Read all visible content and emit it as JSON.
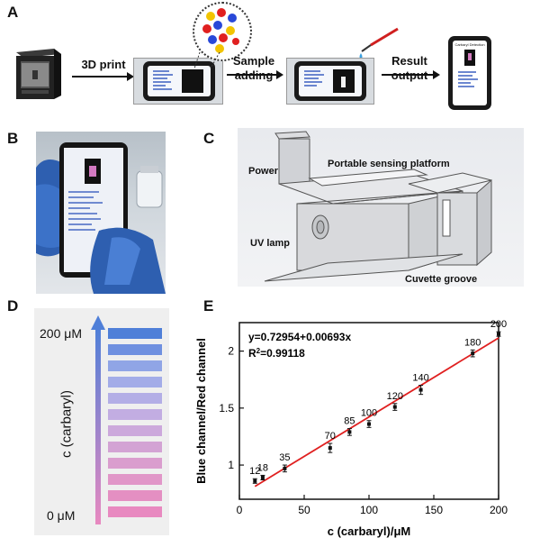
{
  "panels": {
    "a": "A",
    "b": "B",
    "c": "C",
    "d": "D",
    "e": "E"
  },
  "flow": {
    "step1": "3D print",
    "step2_line1": "Sample",
    "step2_line2": "adding",
    "step3_line1": "Result",
    "step3_line2": "output",
    "final_screen_title": "Carbaryl Detection"
  },
  "panel_c": {
    "power": "Power",
    "platform": "Portable sensing platform",
    "uv_lamp": "UV lamp",
    "cuvette": "Cuvette groove"
  },
  "panel_d": {
    "top_label": "200 μM",
    "bottom_label": "0 μM",
    "axis_label": "c (carbaryl)",
    "swatch_colors": [
      "#4f7fd8",
      "#6f90e0",
      "#90a5e6",
      "#a3ace8",
      "#b3aee6",
      "#c2ade2",
      "#cca8dc",
      "#d3a3d4",
      "#da9dce",
      "#e196c8",
      "#e48fc2",
      "#e889c0"
    ]
  },
  "chart_data": {
    "type": "scatter",
    "title": "",
    "xlabel": "c (carbaryl)/μM",
    "ylabel": "Blue channel/Red channel",
    "xlim": [
      0,
      200
    ],
    "ylim": [
      0.7,
      2.25
    ],
    "xticks": [
      0,
      50,
      100,
      150,
      200
    ],
    "yticks": [
      1,
      1.5,
      2
    ],
    "equation": "y=0.72954+0.00693x",
    "r_squared_prefix": "R",
    "r_squared_sup": "2",
    "r_squared_value": "=0.99118",
    "line_color": "#e02020",
    "series": [
      {
        "x": [
          12,
          18,
          35,
          70,
          85,
          100,
          120,
          140,
          180,
          200
        ],
        "y": [
          0.86,
          0.89,
          0.97,
          1.15,
          1.29,
          1.36,
          1.51,
          1.66,
          1.98,
          2.15
        ],
        "err": [
          0.02,
          0.02,
          0.03,
          0.04,
          0.03,
          0.03,
          0.03,
          0.04,
          0.03,
          0.02
        ],
        "labels": [
          "12",
          "18",
          "35",
          "70",
          "85",
          "100",
          "120",
          "140",
          "180",
          "200"
        ]
      }
    ],
    "fit": {
      "intercept": 0.72954,
      "slope": 0.00693,
      "x_range": [
        12,
        200
      ]
    }
  }
}
